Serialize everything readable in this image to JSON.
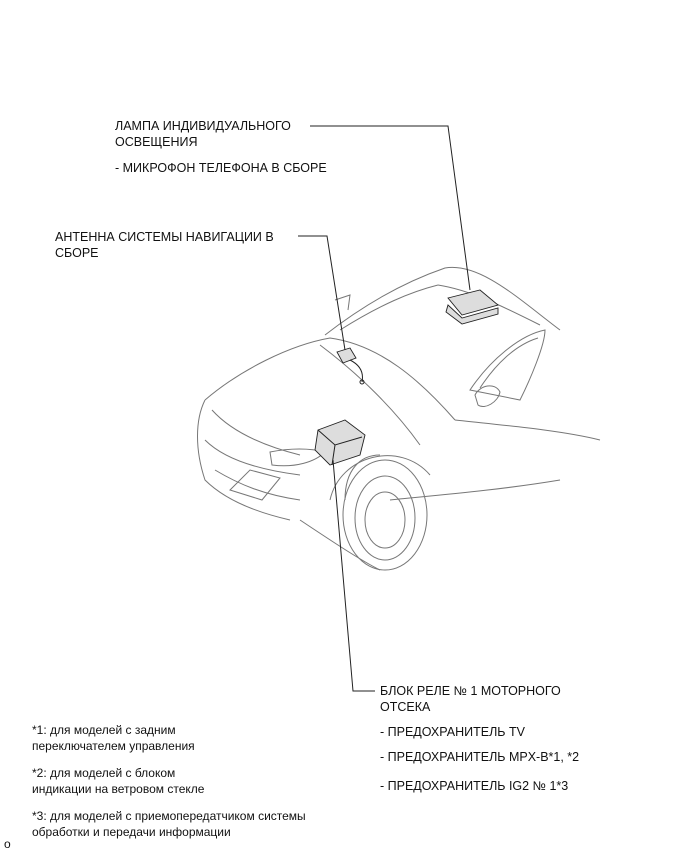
{
  "labels": {
    "lamp_line1": "ЛАМПА ИНДИВИДУАЛЬНОГО",
    "lamp_line2": "ОСВЕЩЕНИЯ",
    "microphone": "- МИКРОФОН ТЕЛЕФОНА В СБОРЕ",
    "antenna_line1": "АНТЕННА СИСТЕМЫ НАВИГАЦИИ В",
    "antenna_line2": "СБОРЕ",
    "relay_line1": "БЛОК РЕЛЕ № 1 МОТОРНОГО",
    "relay_line2": "ОТСЕКА",
    "fuse_tv": "- ПРЕДОХРАНИТЕЛЬ TV",
    "fuse_mpx": "- ПРЕДОХРАНИТЕЛЬ MPX-B*1, *2",
    "fuse_ig2": "- ПРЕДОХРАНИТЕЛЬ IG2 № 1*3"
  },
  "notes": {
    "n1_line1": "*1: для моделей с задним",
    "n1_line2": "переключателем управления",
    "n2_line1": "*2: для моделей с блоком",
    "n2_line2": "индикации на ветровом стекле",
    "n3_line1": "*3: для моделей с приемопередатчиком системы",
    "n3_line2": "обработки и передачи информации"
  },
  "corner_mark": "o"
}
